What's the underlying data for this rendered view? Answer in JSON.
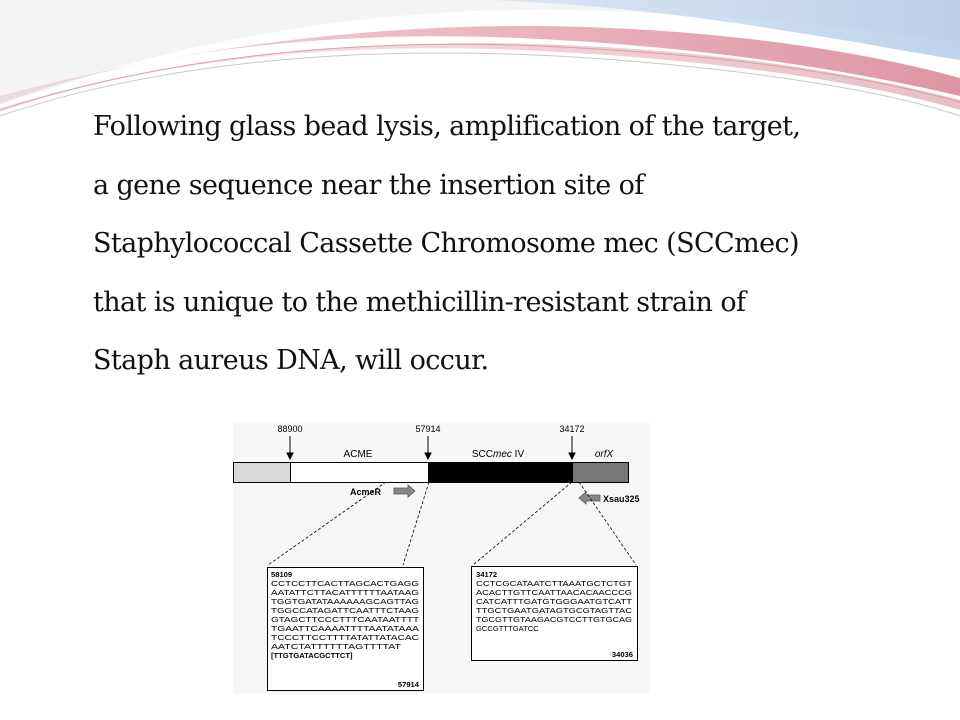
{
  "slide": {
    "body_lines": [
      "Following glass bead lysis, amplification of the target,",
      "a gene sequence near the insertion site of",
      "Staphylococcal Cassette Chromosome mec (SCCmec)",
      "that is unique to the methicillin-resistant strain of",
      "Staph aureus DNA, will occur."
    ]
  },
  "figure": {
    "positions": [
      "88900",
      "57914",
      "34172"
    ],
    "segments": [
      {
        "label": "ACME",
        "fill": "#ffffff"
      },
      {
        "label_prefix": "SCC",
        "label_italic": "mec",
        "label_suffix": " IV",
        "fill": "#000000"
      },
      {
        "label_italic": "orfX",
        "fill": "#777777"
      }
    ],
    "primers": {
      "left": "AcmeR",
      "right": "Xsau325"
    },
    "left_box": {
      "start": "58109",
      "sequence_lines": [
        "CCTCCTTCACTTAGCACTGAGG",
        "AATATTCTTACATTTTTTAATAAG",
        "TGGTGATATAAAAAAGCAGTTAG",
        "TGGCCATAGATTCAATTTCTAAG",
        "GTAGCTTCCCTTTCAATAATTTT",
        "TGAATTCAAAATTTTAATATAAA",
        "TCCCTTCCTTTTATATTATACAC",
        "AATCTATTTTTTAGTTTTAT",
        "[TTGTGATACGCTTCT]"
      ],
      "end": "57914"
    },
    "right_box": {
      "start": "34172",
      "sequence_lines": [
        "CCTCGCATAATCTTAAATGCTCTGT",
        "ACACTTGTTCAATTAACACAACCCG",
        "CATCATTTGATGTGGGAATGTCATT",
        "TTGCTGAATGATAGTGCGTAGTTAC",
        "TGCGTTGTAAGACGTCCTTGTGCAG",
        "GCCGTTTGATCC"
      ],
      "end": "34036"
    },
    "colors": {
      "acme_gray": "#d9d9d9",
      "scc": "#000000",
      "orfx": "#777777",
      "primer_arrow": "#888888"
    }
  }
}
